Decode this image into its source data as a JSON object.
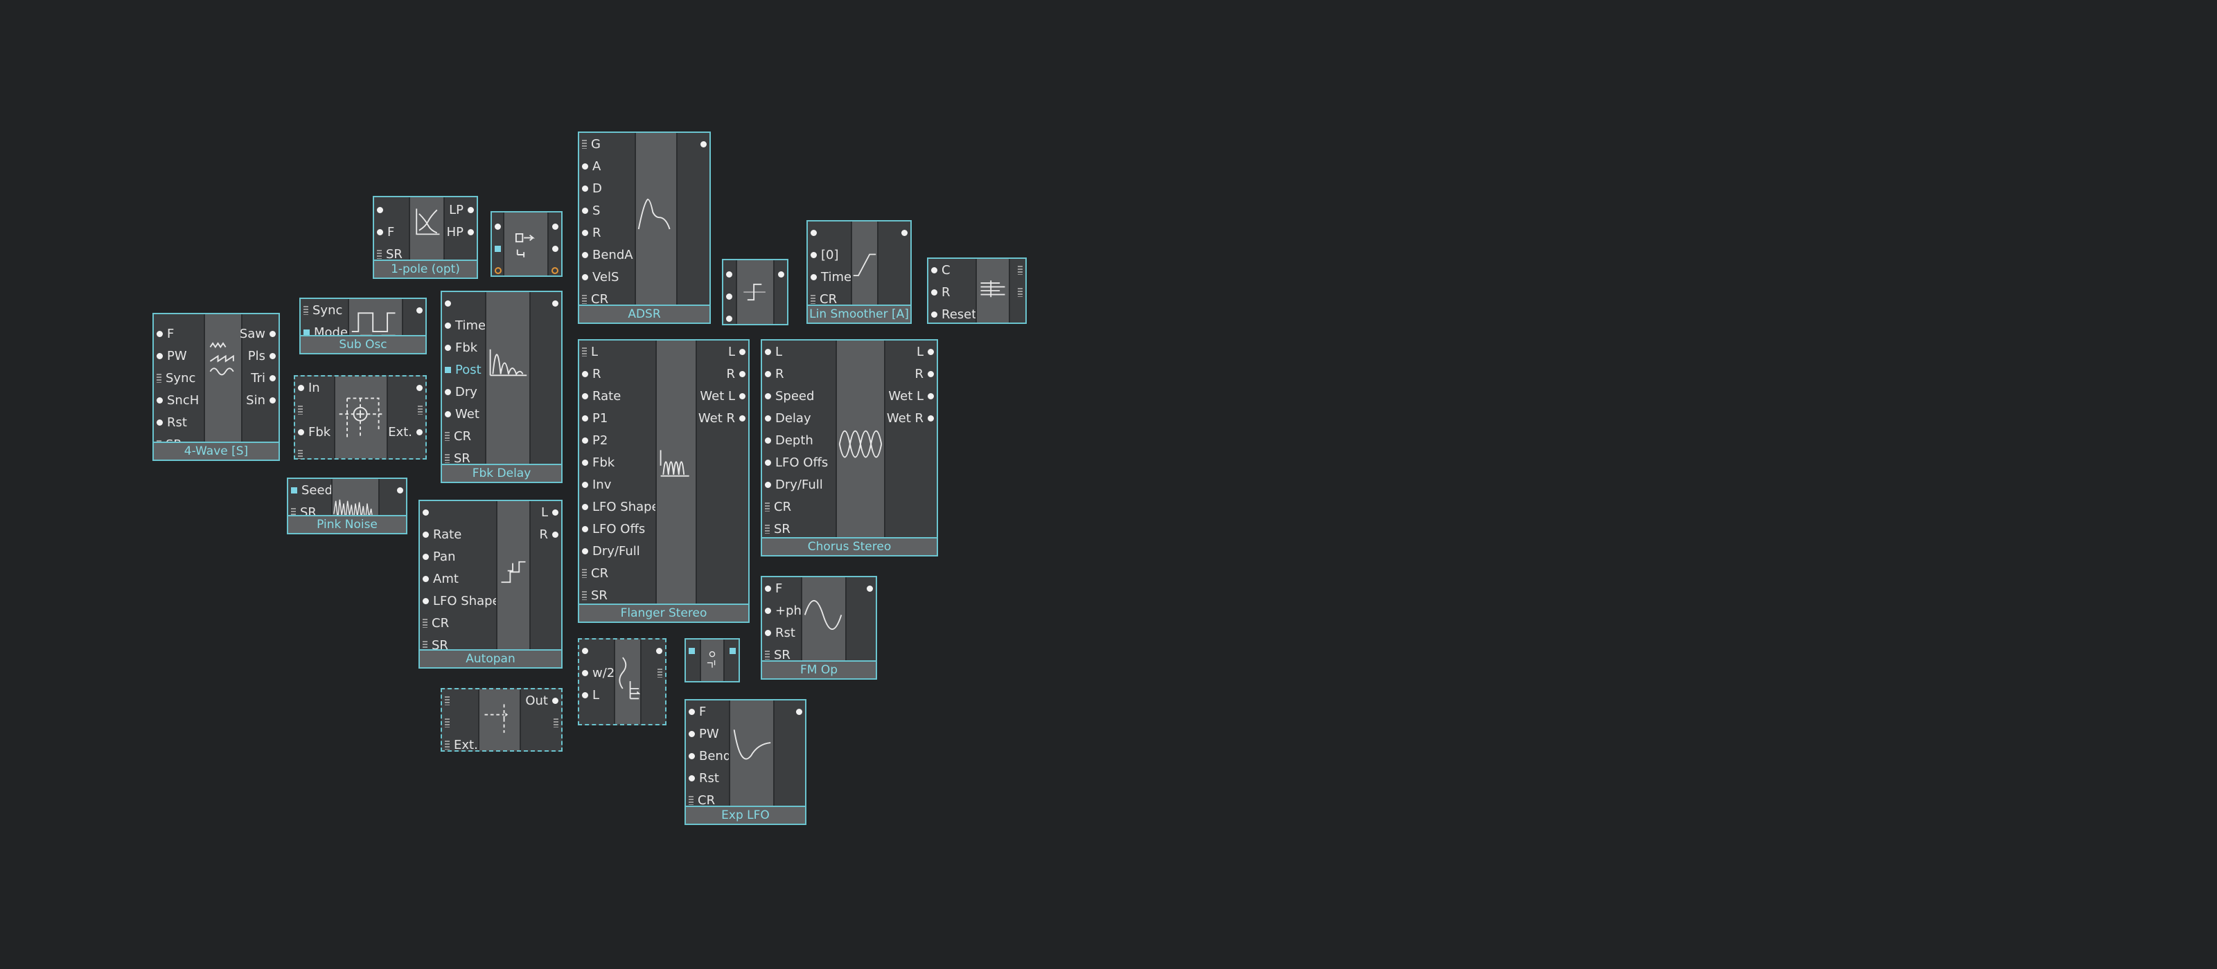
{
  "colors": {
    "background": "#212325",
    "accent": "#6bc4cf",
    "module": "#3c3e40",
    "display": "#5b5d5f"
  },
  "modules": [
    {
      "id": "four-wave",
      "title": "4-Wave [S]",
      "icon": "multi-wave-icon",
      "inputs": [
        "F",
        "PW",
        "Sync",
        "SncH",
        "Rst",
        "SR"
      ],
      "outputs": [
        "Saw",
        "Pls",
        "Tri",
        "Sin"
      ]
    },
    {
      "id": "one-pole",
      "title": "1-pole (opt)",
      "icon": "filter-response-icon",
      "inputs": [
        "",
        "F",
        "SR"
      ],
      "outputs": [
        "LP",
        "HP"
      ]
    },
    {
      "id": "switch",
      "title": "",
      "icon": "switch-icon",
      "inputs": [
        "",
        "",
        ""
      ],
      "outputs": [
        "",
        "",
        ""
      ]
    },
    {
      "id": "sub-osc",
      "title": "Sub Osc",
      "icon": "square-wave-icon",
      "inputs": [
        "Sync",
        "Mode"
      ],
      "outputs": [
        ""
      ]
    },
    {
      "id": "feedback-loop",
      "title": "",
      "icon": "feedback-loop-icon",
      "inputs": [
        "In",
        "",
        "Fbk",
        ""
      ],
      "outputs": [
        "",
        "",
        "Ext."
      ]
    },
    {
      "id": "pink-noise",
      "title": "Pink Noise",
      "icon": "noise-icon",
      "inputs": [
        "Seed",
        "SR"
      ],
      "outputs": [
        ""
      ]
    },
    {
      "id": "fbk-delay",
      "title": "Fbk Delay",
      "icon": "delay-icon",
      "inputs": [
        "",
        "Time",
        "Fbk",
        "Post",
        "Dry",
        "Wet",
        "CR",
        "SR"
      ],
      "outputs": [
        ""
      ]
    },
    {
      "id": "autopan",
      "title": "Autopan",
      "icon": "autopan-icon",
      "inputs": [
        "",
        "Rate",
        "Pan",
        "Amt",
        "LFO Shape",
        "CR",
        "SR"
      ],
      "outputs": [
        "L",
        "R"
      ]
    },
    {
      "id": "ext-out",
      "title": "",
      "icon": "ext-output-icon",
      "inputs": [
        "",
        "",
        "Ext."
      ],
      "outputs": [
        "Out",
        ""
      ]
    },
    {
      "id": "adsr",
      "title": "ADSR",
      "icon": "envelope-icon",
      "inputs": [
        "G",
        "A",
        "D",
        "S",
        "R",
        "BendA",
        "VelS",
        "CR"
      ],
      "outputs": [
        ""
      ]
    },
    {
      "id": "step",
      "title": "",
      "icon": "step-icon",
      "inputs": [
        "",
        "",
        ""
      ],
      "outputs": [
        ""
      ]
    },
    {
      "id": "lin-smoother",
      "title": "Lin Smoother [A]",
      "icon": "ramp-icon",
      "inputs": [
        "",
        "[0]",
        "Time",
        "CR"
      ],
      "outputs": [
        ""
      ]
    },
    {
      "id": "reset-counter",
      "title": "",
      "icon": "counter-icon",
      "inputs": [
        "C",
        "R",
        "Reset"
      ],
      "outputs": [
        "",
        ""
      ]
    },
    {
      "id": "flanger-stereo",
      "title": "Flanger Stereo",
      "icon": "comb-filter-icon",
      "inputs": [
        "L",
        "R",
        "Rate",
        "P1",
        "P2",
        "Fbk",
        "Inv",
        "LFO Shape",
        "LFO Offs",
        "Dry/Full",
        "CR",
        "SR"
      ],
      "outputs": [
        "L",
        "R",
        "Wet L",
        "Wet R"
      ]
    },
    {
      "id": "chorus-stereo",
      "title": "Chorus Stereo",
      "icon": "chorus-wave-icon",
      "inputs": [
        "L",
        "R",
        "Speed",
        "Delay",
        "Depth",
        "LFO Offs",
        "Dry/Full",
        "CR",
        "SR"
      ],
      "outputs": [
        "L",
        "R",
        "Wet L",
        "Wet R"
      ]
    },
    {
      "id": "fm-op",
      "title": "FM Op",
      "icon": "sine-wave-icon",
      "inputs": [
        "F",
        "+ph",
        "Rst",
        "SR"
      ],
      "outputs": [
        ""
      ]
    },
    {
      "id": "half-omega",
      "title": "",
      "icon": "sine-shaper-icon",
      "inputs": [
        "",
        "w/2",
        "L"
      ],
      "outputs": [
        "",
        ""
      ]
    },
    {
      "id": "small-op",
      "title": "",
      "icon": "operator-icon",
      "inputs": [
        ""
      ],
      "outputs": [
        ""
      ]
    },
    {
      "id": "exp-lfo",
      "title": "Exp LFO",
      "icon": "exp-curve-icon",
      "inputs": [
        "F",
        "PW",
        "Bend",
        "Rst",
        "CR"
      ],
      "outputs": [
        ""
      ]
    }
  ]
}
